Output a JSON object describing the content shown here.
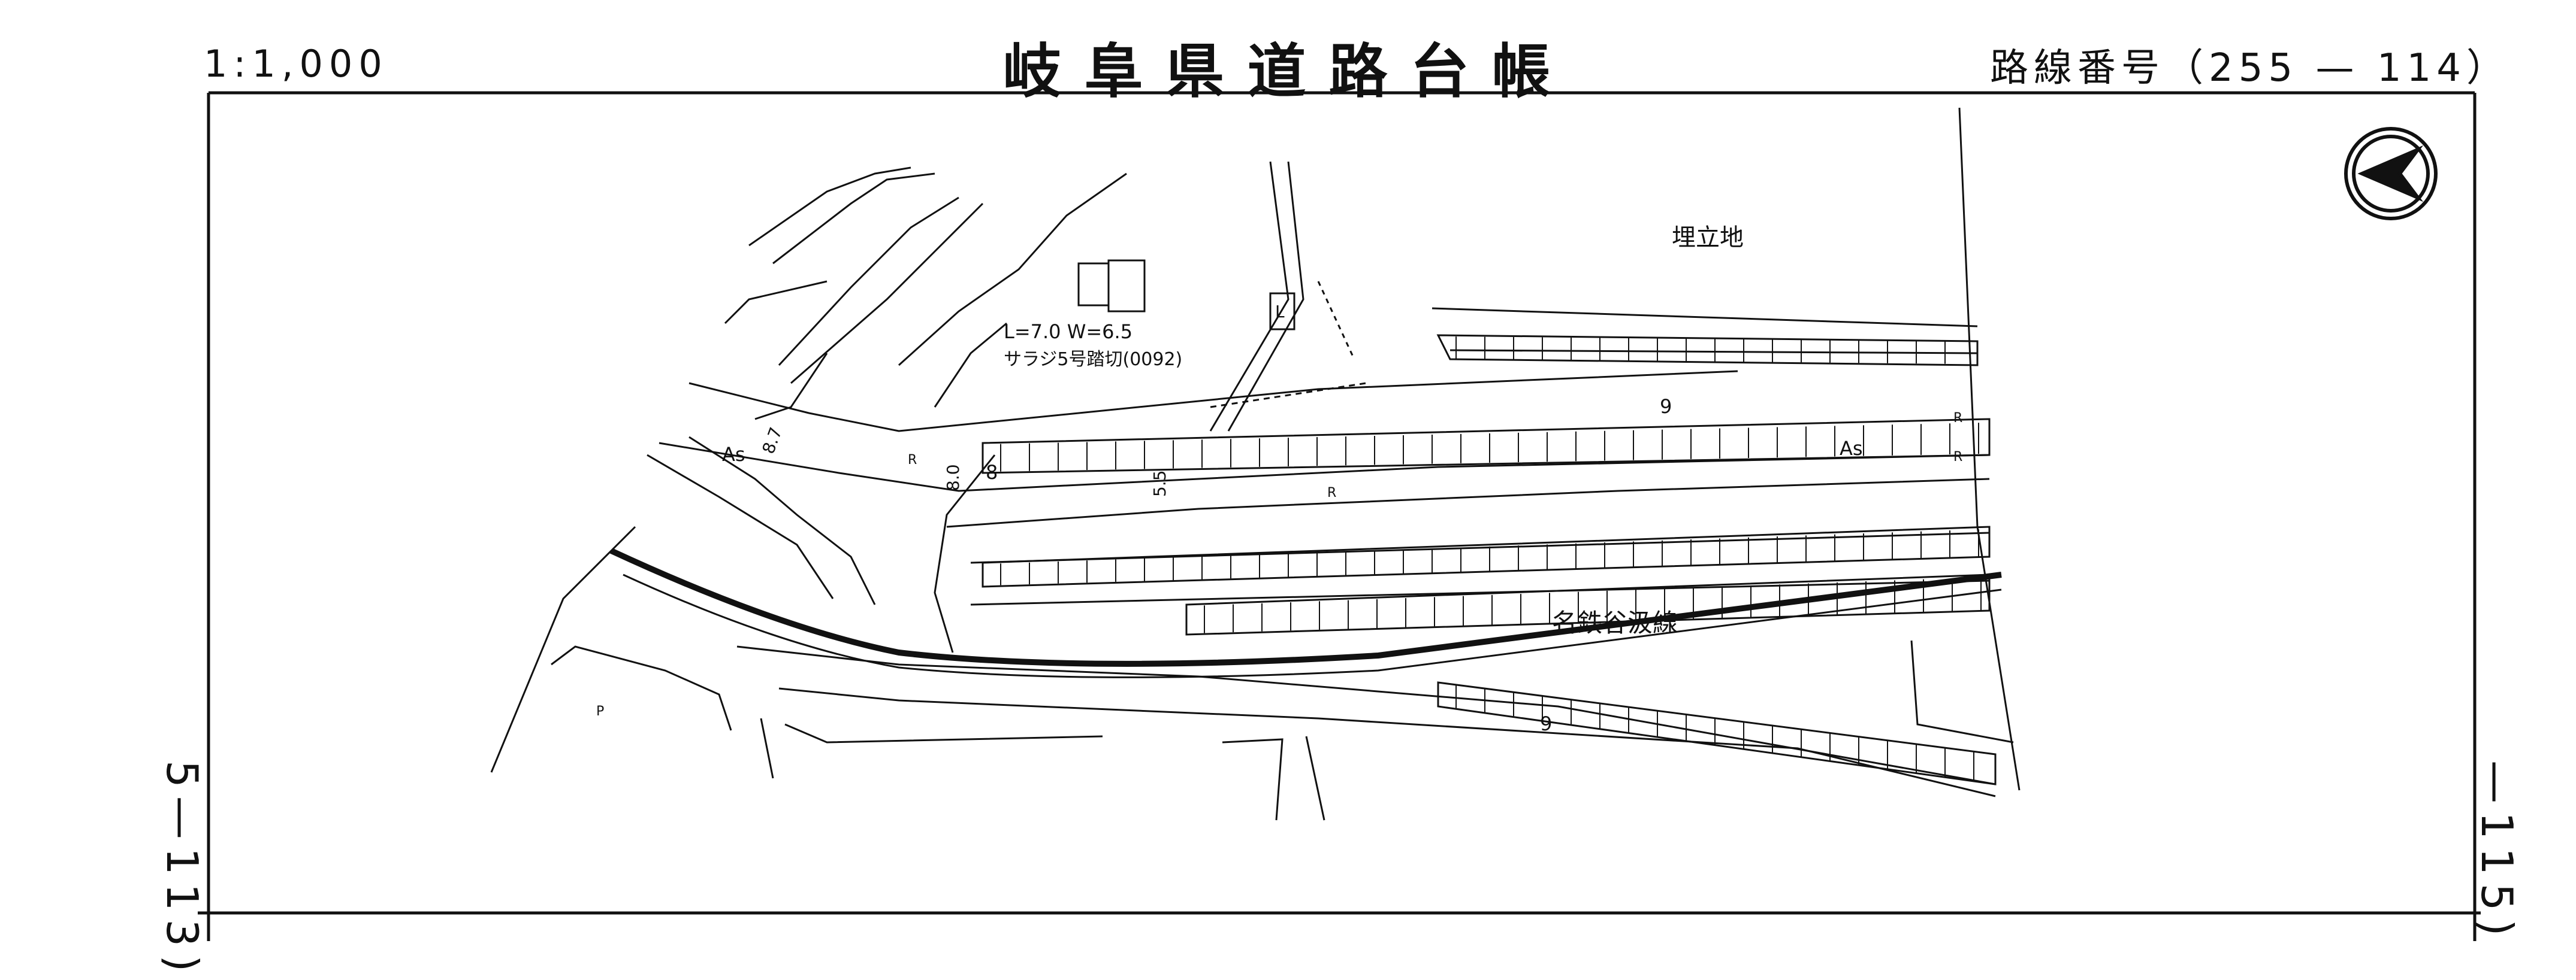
{
  "header": {
    "scale": "1:1,000",
    "title": "岐阜県道路台帳",
    "route_label": "路線番号",
    "route_number": "255 — 114",
    "route_display": "路線番号（255 — 114）"
  },
  "edge_labels": {
    "previous_sheet": "5—113)",
    "next_sheet": "—115)"
  },
  "map": {
    "landfill": "埋立地",
    "crossing_dims": "L=7.0  W=6.5",
    "crossing_name": "サラジ5号踏切(0092)",
    "railway": "名鉄谷汲線",
    "surface_left": "As",
    "surface_right": "As",
    "dim_8_7": "8.7",
    "dim_8_0": "8.0",
    "dim_8": "8",
    "dim_5_5": "5.5",
    "code_9a": "9",
    "code_9b": "9",
    "marker_r1": "R",
    "marker_r2": "R",
    "marker_r3": "R",
    "marker_r4": "R",
    "parking": "P",
    "building_tag": "L"
  },
  "colors": {
    "ink": "#111111",
    "paper": "#ffffff"
  },
  "icons": {
    "north_arrow": "north-arrow-icon"
  }
}
